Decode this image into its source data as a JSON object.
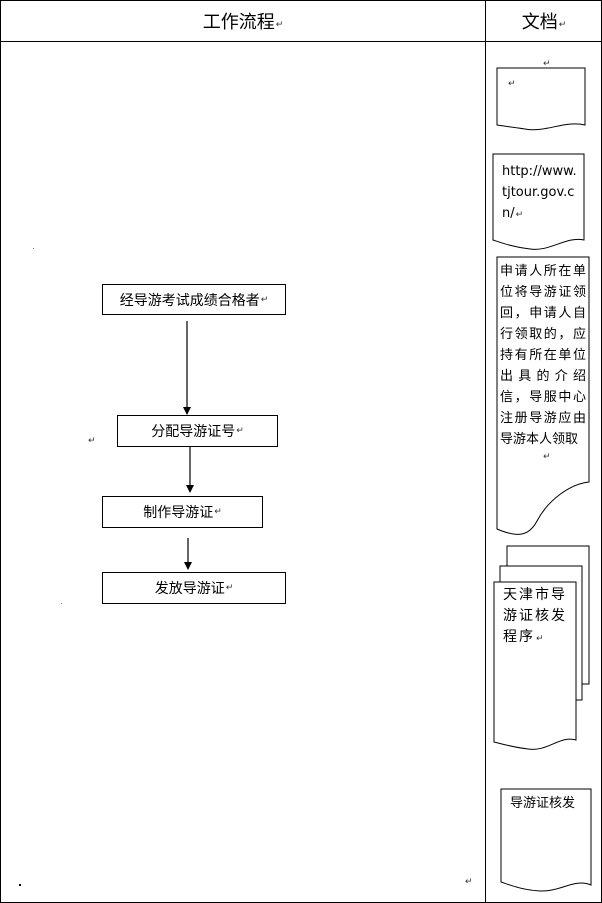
{
  "headers": {
    "workflow": "工作流程",
    "documents": "文档"
  },
  "return_mark": "↵",
  "flow_steps": [
    "经导游考试成绩合格者",
    "分配导游证号",
    "制作导游证",
    "发放导游证"
  ],
  "documents": {
    "doc1": "",
    "doc2": "http://www.tjtour.gov.cn/",
    "doc3": "申请人所在单位将导游证领回，申请人自行领取的，应持有所在单位出具的介绍信，导服中心注册导游应由导游本人领取",
    "doc4": "天津市导游证核发程序",
    "doc5": "导游证核发"
  }
}
